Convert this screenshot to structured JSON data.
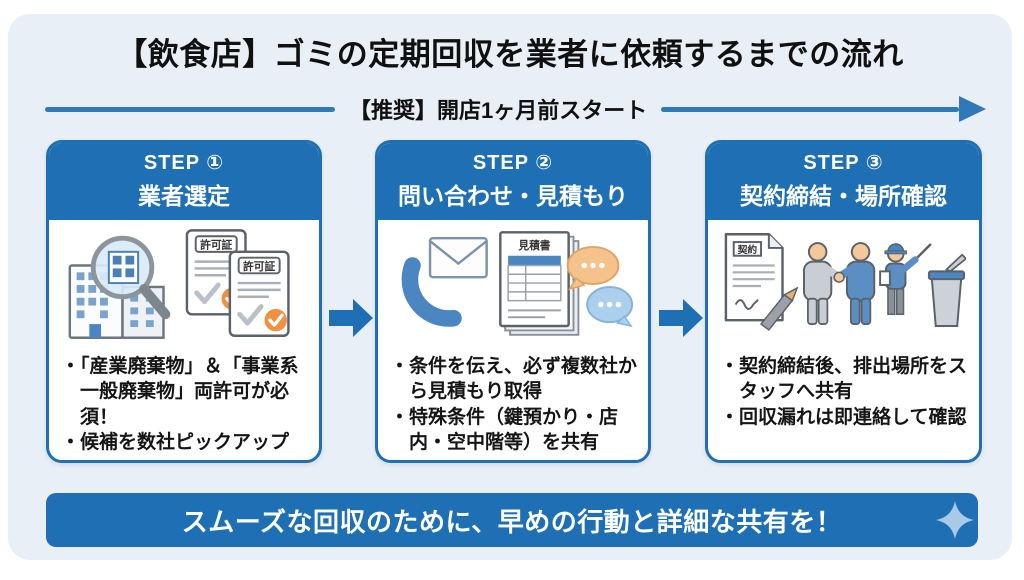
{
  "title": "【飲食店】ゴミの定期回収を業者に依頼するまでの流れ",
  "timeline": {
    "label": "【推奨】開店1ヶ月前スタート"
  },
  "steps": [
    {
      "step_label": "STEP ①",
      "subtitle": "業者選定",
      "doc_label": "許可証",
      "bullets": [
        "「産業廃棄物」＆「事業系一般廃棄物」両許可が必須！",
        "候補を数社ピックアップ"
      ]
    },
    {
      "step_label": "STEP ②",
      "subtitle": "問い合わせ・見積もり",
      "doc_label": "見積書",
      "bullets": [
        "条件を伝え、必ず複数社から見積もり取得",
        "特殊条件（鍵預かり・店内・空中階等）を共有"
      ]
    },
    {
      "step_label": "STEP ③",
      "subtitle": "契約締結・場所確認",
      "doc_label": "契約",
      "bullets": [
        "契約締結後、排出場所をスタッフへ共有",
        "回収漏れは即連絡して確認"
      ]
    }
  ],
  "footer": {
    "message": "スムーズな回収のために、早めの行動と詳細な共有を！"
  },
  "icons": {
    "step1": [
      "building-search-icon",
      "permit-documents-icon"
    ],
    "step2": [
      "phone-icon",
      "email-icon",
      "quote-document-icon",
      "chat-bubbles-icon"
    ],
    "step3": [
      "contract-document-icon",
      "handshake-people-icon",
      "worker-pointing-icon",
      "trash-bin-icon"
    ],
    "flow": "right-arrow-icon",
    "banner": "sparkle-icon"
  },
  "colors": {
    "primary_blue": "#1f6fb4",
    "timeline_blue": "#2e7ab8",
    "panel_bg": "#e9eff6",
    "accent_orange": "#ef9140",
    "sparkle_blue": "#a9c9e6",
    "text_dark": "#101010"
  }
}
